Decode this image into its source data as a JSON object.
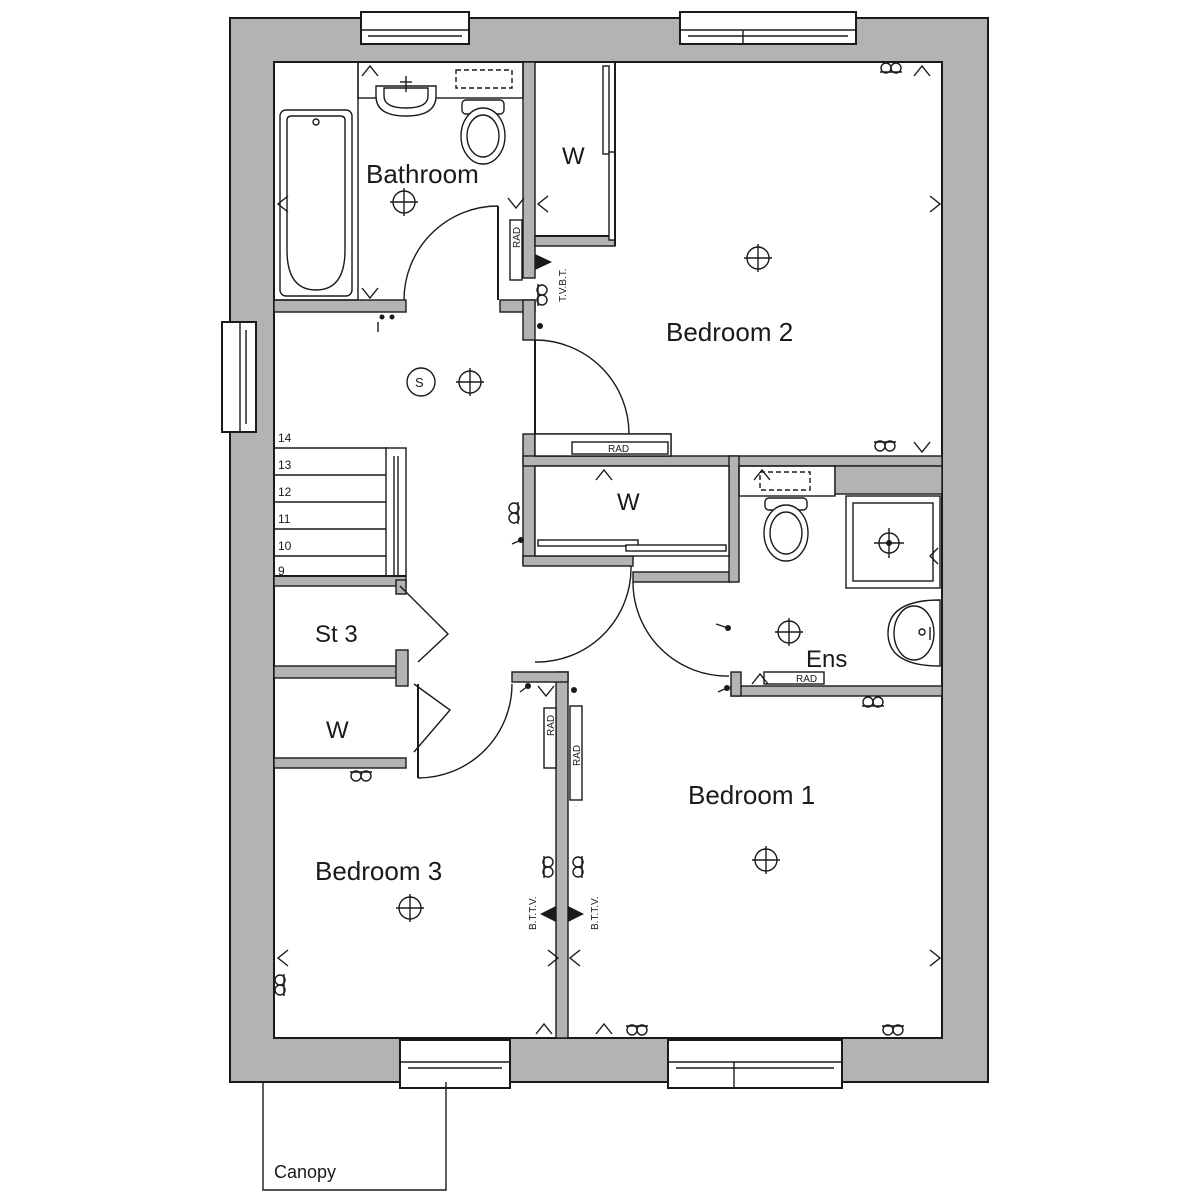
{
  "rooms": {
    "bathroom": "Bathroom",
    "bedroom2": "Bedroom 2",
    "bedroom1": "Bedroom 1",
    "bedroom3": "Bedroom 3",
    "ensuite": "Ens",
    "store": "St 3",
    "wardrobe": "W",
    "canopy": "Canopy"
  },
  "stairs": {
    "treads": [
      "14",
      "13",
      "12",
      "11",
      "10",
      "9"
    ]
  },
  "symbols": {
    "smoke_detector": "S",
    "radiator": "RAD",
    "tv_bt_points": "T.V.B.T.",
    "bt_tv_points": "B.T.T.V.",
    "bt_tv_points_alt": "B.T.T.V."
  }
}
